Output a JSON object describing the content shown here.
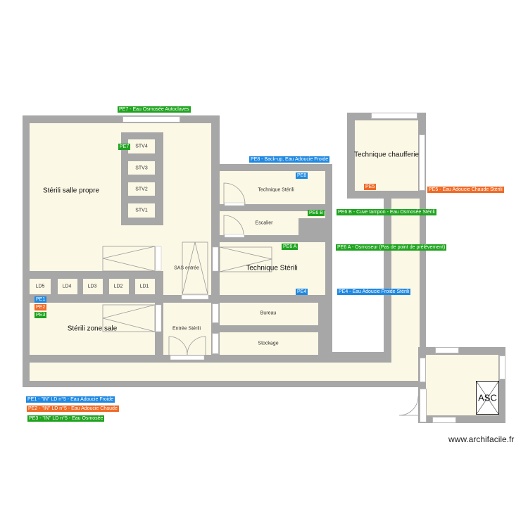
{
  "rooms": {
    "sterili_salle_propre": "Stérili salle propre",
    "stv4": "STV4",
    "stv3": "STV3",
    "stv2": "STV2",
    "stv1": "STV1",
    "technique_sterili_small": "Technique Stérili",
    "escalier": "Escalier",
    "sas_entree": "SAS entrée",
    "technique_sterili_big": "Technique Stérili",
    "ld5": "LD5",
    "ld4": "LD4",
    "ld3": "LD3",
    "ld2": "LD2",
    "ld1": "LD1",
    "sterili_zone_sale": "Stérili zone sale",
    "entree_sterili": "Entrée Stérili",
    "bureau": "Bureau",
    "stockage": "Stockage",
    "technique_chaufferie": "Technique chaufferie",
    "asc": "ASC"
  },
  "markers": {
    "pe7": "PE7",
    "pe8": "PE8",
    "pe6b": "PE6 B",
    "pe6a": "PE6 A",
    "pe4": "PE4",
    "pe5": "PE5",
    "pe1": "PE1",
    "pe2": "PE2",
    "pe3": "PE3"
  },
  "legend": {
    "pe7": "PE7 - Eau Osmosée Autoclaves",
    "pe8": "PE8 - Back-up, Eau Adoucie Froide",
    "pe5": "PE5 - Eau Adoucie Chaude Stérili",
    "pe6b": "PE6 B - Cuve tampon - Eau Osmosée Stérili",
    "pe6a": "PE6 A - Osmoseur (Pas de point de prélèvement)",
    "pe4": "PE4 - Eau Adoucie Froide Stérili",
    "pe1": "PE1 - \"IN\" LD n°5 - Eau Adoucie Froide",
    "pe2": "PE2 - \"IN\" LD n°5 - Eau Adoucie Chaude",
    "pe3": "PE3 - \"IN\" LD n°5 - Eau Osmosée"
  },
  "colors": {
    "wall": "#a7a7a7",
    "floor": "#fcf8e6",
    "green": "#1fa31f",
    "blue": "#1f88e0",
    "orange": "#ef6a25"
  },
  "watermark": "www.archifacile.fr"
}
